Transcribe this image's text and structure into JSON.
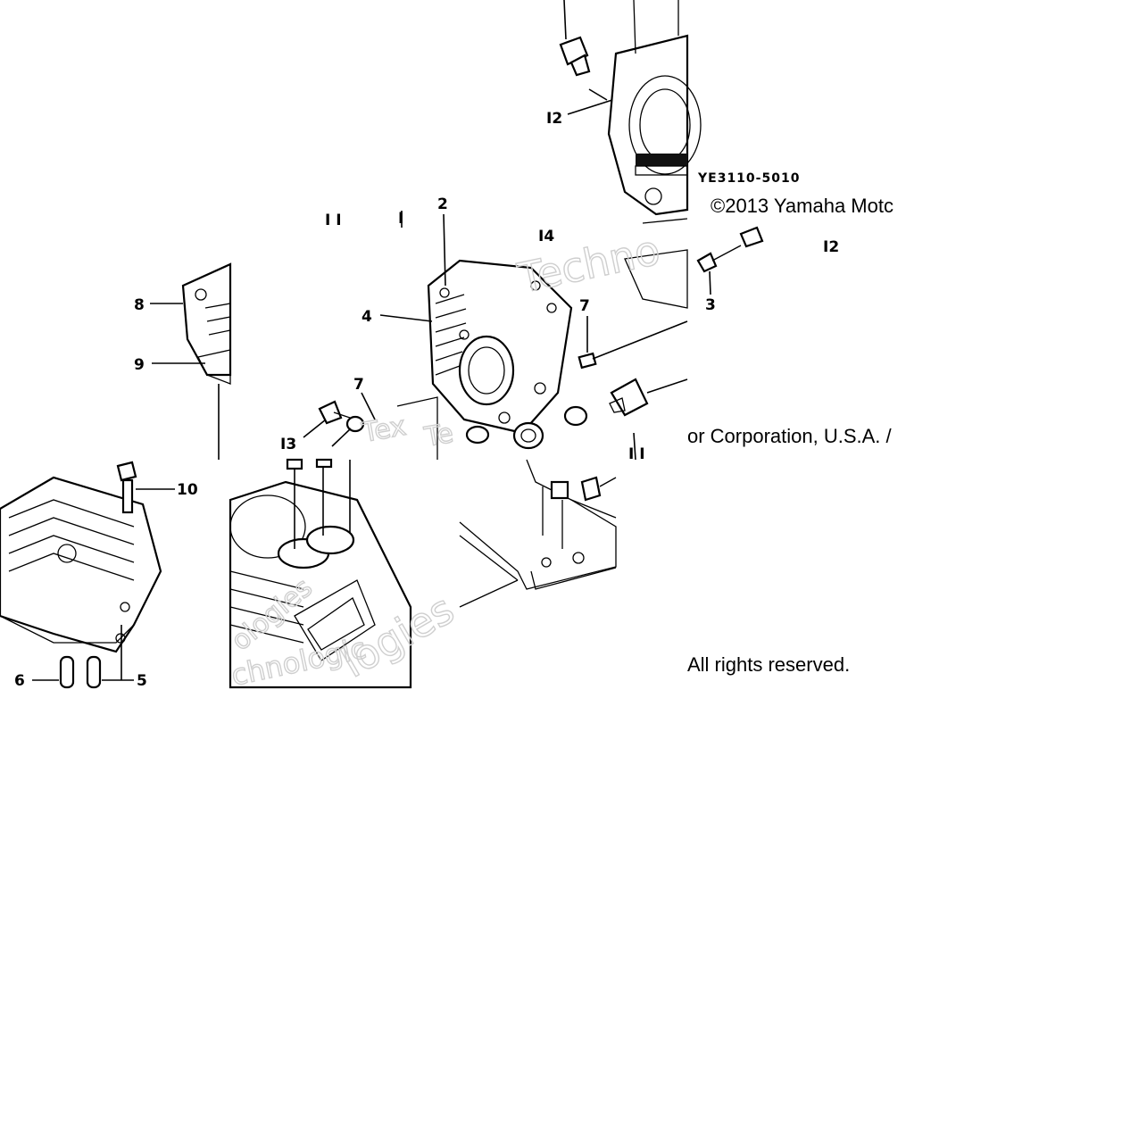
{
  "diagram": {
    "code": "YE3110-5010",
    "copyright_line1": "©2013 Yamaha Motc",
    "copyright_line2": "or Corporation, U.S.A. /",
    "copyright_line3": "All rights reserved.",
    "watermarks": [
      "Techno",
      "Tex",
      "Te",
      "logies",
      "chnologic",
      "ologies"
    ],
    "callouts": [
      {
        "id": "c12a",
        "text": "I2"
      },
      {
        "id": "c12b",
        "text": "I2"
      },
      {
        "id": "c11a",
        "text": "I I"
      },
      {
        "id": "c1",
        "text": "I"
      },
      {
        "id": "c2",
        "text": "2"
      },
      {
        "id": "c14",
        "text": "I4"
      },
      {
        "id": "c3",
        "text": "3"
      },
      {
        "id": "c8",
        "text": "8"
      },
      {
        "id": "c4",
        "text": "4"
      },
      {
        "id": "c7a",
        "text": "7"
      },
      {
        "id": "c9",
        "text": "9"
      },
      {
        "id": "c7b",
        "text": "7"
      },
      {
        "id": "c13",
        "text": "I3"
      },
      {
        "id": "c10",
        "text": "10"
      },
      {
        "id": "c6",
        "text": "6"
      },
      {
        "id": "c5",
        "text": "5"
      },
      {
        "id": "c11b",
        "text": "I I"
      }
    ]
  }
}
